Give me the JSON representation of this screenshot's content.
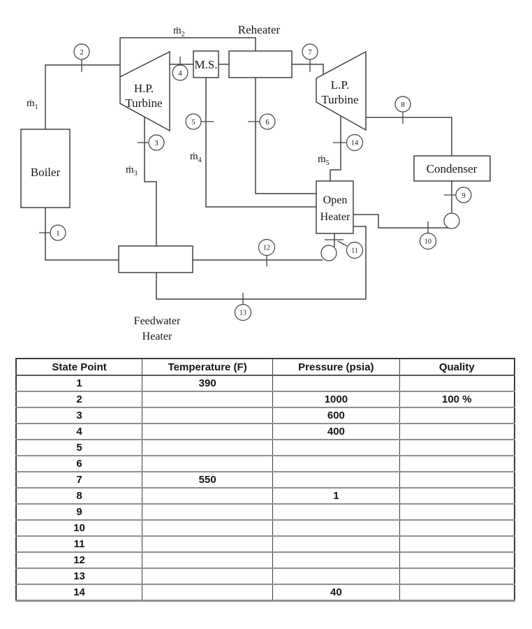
{
  "diagram": {
    "labels": {
      "boiler": "Boiler",
      "hp_turbine_line1": "H.P.",
      "hp_turbine_line2": "Turbine",
      "moisture_separator": "M.S.",
      "reheater": "Reheater",
      "lp_turbine_line1": "L.P.",
      "lp_turbine_line2": "Turbine",
      "condenser": "Condenser",
      "open_heater_line1": "Open",
      "open_heater_line2": "Heater",
      "feedwater_heater_line1": "Feedwater",
      "feedwater_heater_line2": "Heater"
    },
    "flow_labels": [
      {
        "base": "ṁ",
        "sub": "1"
      },
      {
        "base": "ṁ",
        "sub": "2"
      },
      {
        "base": "ṁ",
        "sub": "3"
      },
      {
        "base": "ṁ",
        "sub": "4"
      },
      {
        "base": "ṁ",
        "sub": "5"
      }
    ],
    "state_points": [
      "1",
      "2",
      "3",
      "4",
      "5",
      "6",
      "7",
      "8",
      "9",
      "10",
      "11",
      "12",
      "13",
      "14"
    ]
  },
  "table": {
    "headers": [
      "State Point",
      "Temperature (F)",
      "Pressure (psia)",
      "Quality"
    ],
    "rows": [
      {
        "state": "1",
        "temperature": "390",
        "pressure": "",
        "quality": ""
      },
      {
        "state": "2",
        "temperature": "",
        "pressure": "1000",
        "quality": "100 %"
      },
      {
        "state": "3",
        "temperature": "",
        "pressure": "600",
        "quality": ""
      },
      {
        "state": "4",
        "temperature": "",
        "pressure": "400",
        "quality": ""
      },
      {
        "state": "5",
        "temperature": "",
        "pressure": "",
        "quality": ""
      },
      {
        "state": "6",
        "temperature": "",
        "pressure": "",
        "quality": ""
      },
      {
        "state": "7",
        "temperature": "550",
        "pressure": "",
        "quality": ""
      },
      {
        "state": "8",
        "temperature": "",
        "pressure": "1",
        "quality": ""
      },
      {
        "state": "9",
        "temperature": "",
        "pressure": "",
        "quality": ""
      },
      {
        "state": "10",
        "temperature": "",
        "pressure": "",
        "quality": ""
      },
      {
        "state": "11",
        "temperature": "",
        "pressure": "",
        "quality": ""
      },
      {
        "state": "12",
        "temperature": "",
        "pressure": "",
        "quality": ""
      },
      {
        "state": "13",
        "temperature": "",
        "pressure": "",
        "quality": ""
      },
      {
        "state": "14",
        "temperature": "",
        "pressure": "40",
        "quality": ""
      }
    ]
  }
}
